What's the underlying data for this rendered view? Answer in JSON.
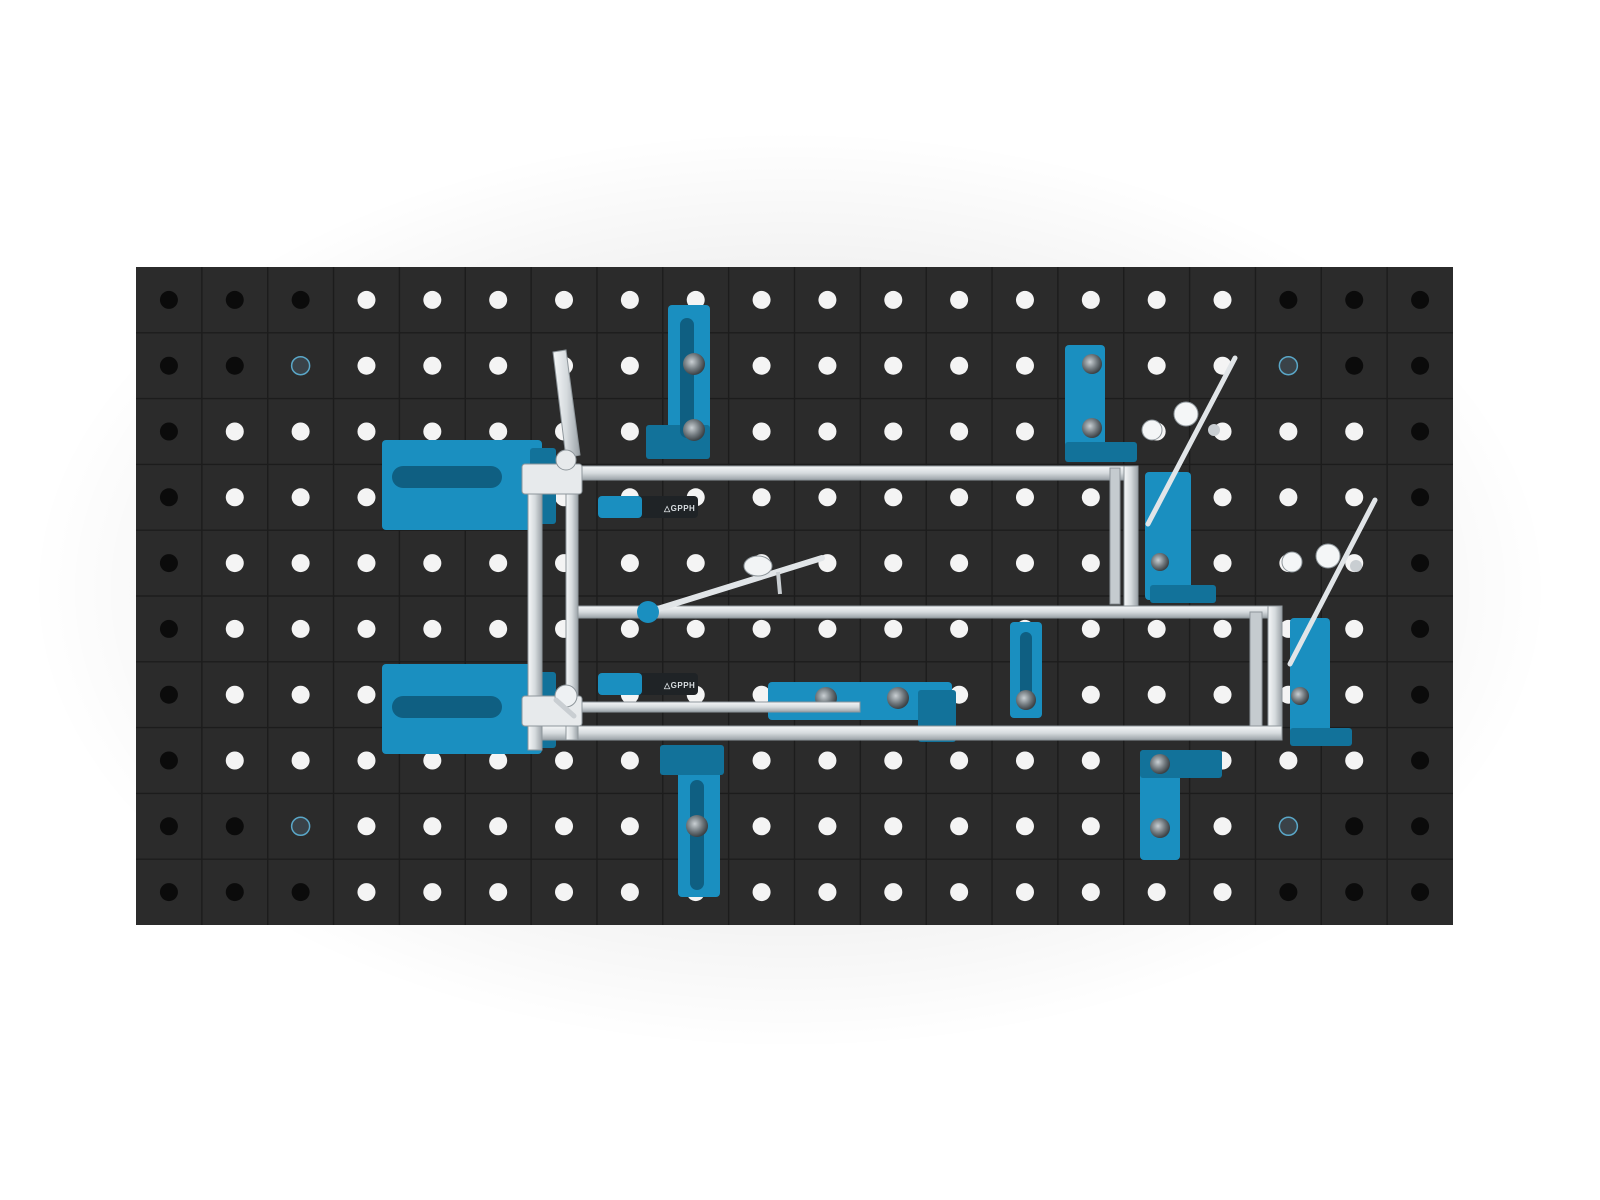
{
  "scene": {
    "table": {
      "columns": 20,
      "rows": 10
    },
    "clamp_brand_labels": [
      "△GPPH",
      "△GPPH"
    ],
    "colors": {
      "background": "#ffffff",
      "table_top": "#2b2b2b",
      "grid_line": "#1c1c1c",
      "hole_open": "#f4f4f4",
      "hole_dark": "#0b0b0b",
      "fixture_blue": "#1a8fc0",
      "fixture_blue_dark": "#12729a",
      "frame_silver": "#dfe3e6",
      "frame_silver_edge": "#9ba3a8",
      "roller_gray": "#7d858a"
    },
    "icons": [
      "toggle-clamp-icon",
      "angle-stop-icon",
      "block-stop-icon",
      "roller-icon",
      "table-logo-icon"
    ]
  }
}
